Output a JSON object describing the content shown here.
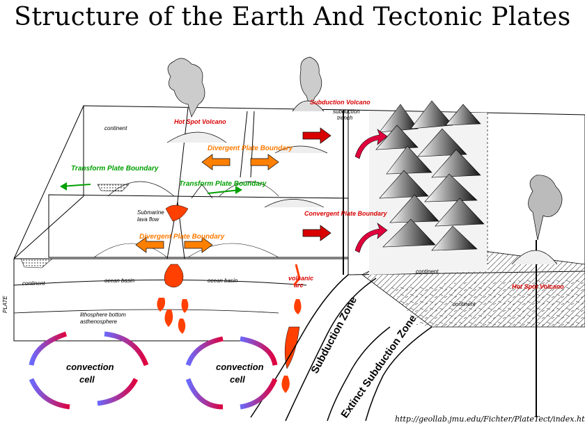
{
  "title": "Structure of the Earth And Tectonic Plates",
  "labels": {
    "plate": "PLATE",
    "continent": "continent",
    "hot_spot_volcano": "Hot Spot Volcano",
    "subduction_volcano": "Subduction Volcano",
    "subduction_trench_line1": "subduction",
    "subduction_trench_line2": "trench",
    "divergent_plate_boundary": "Divergent Plate Boundary",
    "transform_plate_boundary": "Transform Plate Boundary",
    "convergent_plate_boundary": "Convergent Plate Boundary",
    "submarine_lava_flow_line1": "Submarine",
    "submarine_lava_flow_line2": "lava flow",
    "ocean_basin": "ocean basin",
    "volcanic_arc_line1": "volcanic",
    "volcanic_arc_line2": "arc",
    "lithosphere_bottom": "lithosphere bottom",
    "asthenosphere": "asthenosphere",
    "convection_line1": "convection",
    "convection_line2": "cell",
    "subduction_zone": "Subduction Zone",
    "extinct_subduction_zone": "Extinct Subduction Zone",
    "url": "http://geollab.jmu.edu/Fichter/PlateTect/index.html"
  },
  "colors": {
    "red_label": "#d90000",
    "orange_label": "#ff7a00",
    "green_label": "#00a000",
    "magma": "#ff4000",
    "convection_start": "#6a6aff",
    "convection_end": "#e0003c"
  }
}
